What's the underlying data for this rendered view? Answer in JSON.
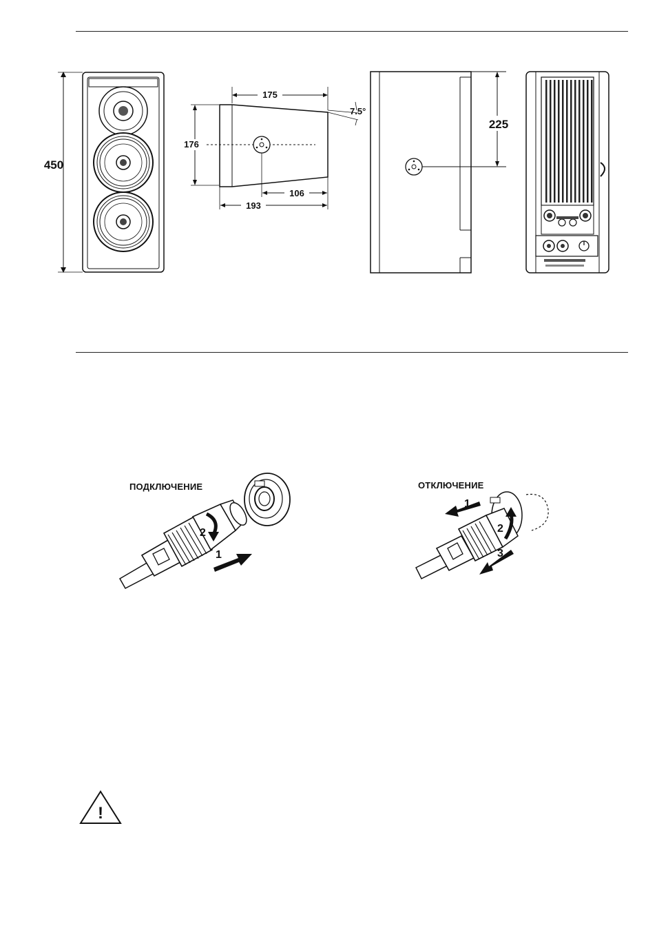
{
  "dimensions": {
    "height_total": "450",
    "depth_top": "175",
    "angle": "7.5°",
    "height_side": "176",
    "mount_offset": "106",
    "depth_bottom": "193",
    "mount_height": "225"
  },
  "connectors": {
    "connect_title": "ПОДКЛЮЧЕНИЕ",
    "disconnect_title": "ОТКЛЮЧЕНИЕ",
    "connect_step1": "1",
    "connect_step2": "2",
    "disconnect_step1": "1",
    "disconnect_step2": "2",
    "disconnect_step3": "3"
  },
  "warning": {
    "symbol": "!",
    "icon": "warning-triangle-icon"
  }
}
